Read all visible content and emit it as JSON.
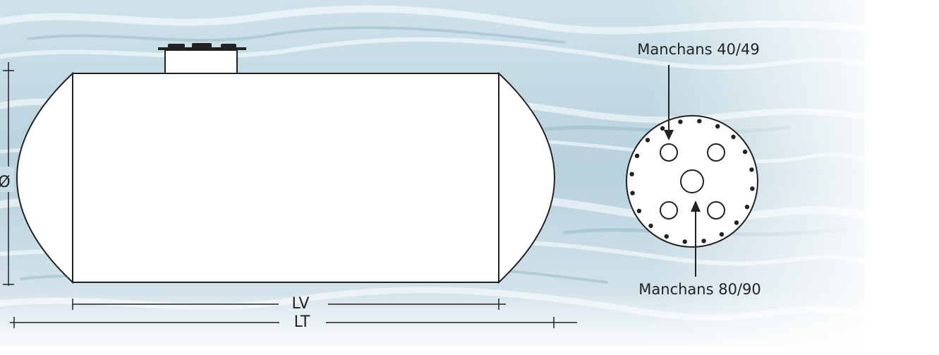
{
  "diagram": {
    "diameter_symbol": "Ø",
    "dimension_lv": "LV",
    "dimension_lt": "LT",
    "label_small_manholes": "Manchans 40/49",
    "label_large_manhole": "Manchans 80/90"
  },
  "colors": {
    "line": "#222222",
    "tank_fill": "#ffffff",
    "water_light": "#e6f0f5",
    "water_mid": "#b9d3df",
    "water_dark": "#8fb6c8"
  }
}
